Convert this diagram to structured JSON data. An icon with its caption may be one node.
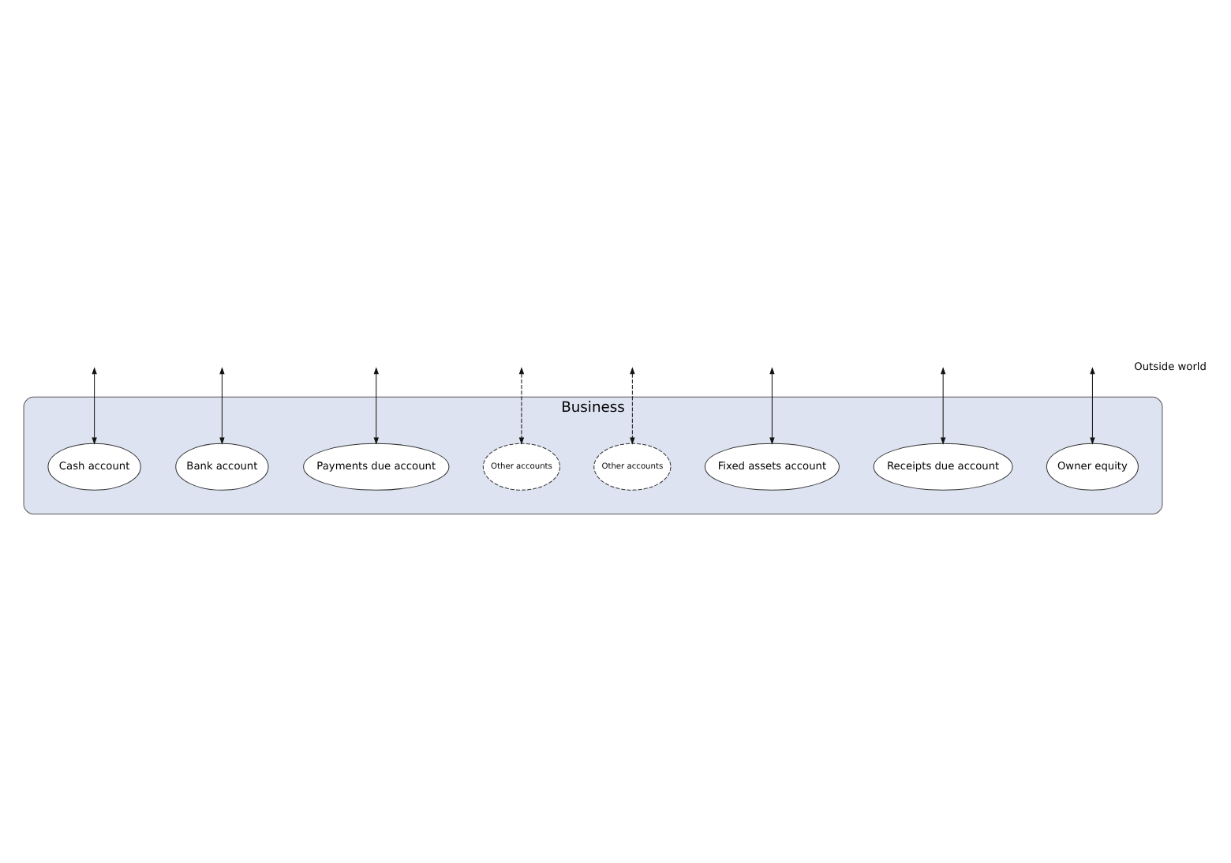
{
  "diagram": {
    "nodes": [
      {
        "text": [
          "Business"
        ]
      },
      {
        "text": [
          "Cash account"
        ],
        "in": 0
      },
      {
        "text": [
          "Bank account"
        ],
        "in": 0
      },
      {
        "text": [
          "Payments due account"
        ],
        "in": 0
      },
      {
        "text": [
          "Other accounts"
        ],
        "in": 0
      },
      {
        "text": [
          "Other accounts"
        ],
        "in": 0
      },
      {
        "text": [
          "Fixed assets account"
        ],
        "in": 0
      },
      {
        "text": [
          "Receipts due account"
        ],
        "in": 0
      },
      {
        "text": [
          "Owner equity"
        ],
        "in": 0
      }
    ],
    "edges": [
      {
        "from": null,
        "to": 1,
        "arrow": "both"
      },
      {
        "from": null,
        "to": 2,
        "arrow": "both"
      },
      {
        "from": null,
        "to": 3,
        "arrow": "both"
      },
      {
        "from": null,
        "to": 4,
        "arrow": "both",
        "style": "dashed"
      },
      {
        "from": null,
        "to": 5,
        "arrow": "both",
        "style": "dashed"
      },
      {
        "from": null,
        "to": 6,
        "arrow": "both"
      },
      {
        "from": null,
        "to": 7,
        "arrow": "both"
      },
      {
        "from": null,
        "to": 8,
        "arrow": "both"
      }
    ],
    "labels": [
      "Outside world"
    ]
  }
}
